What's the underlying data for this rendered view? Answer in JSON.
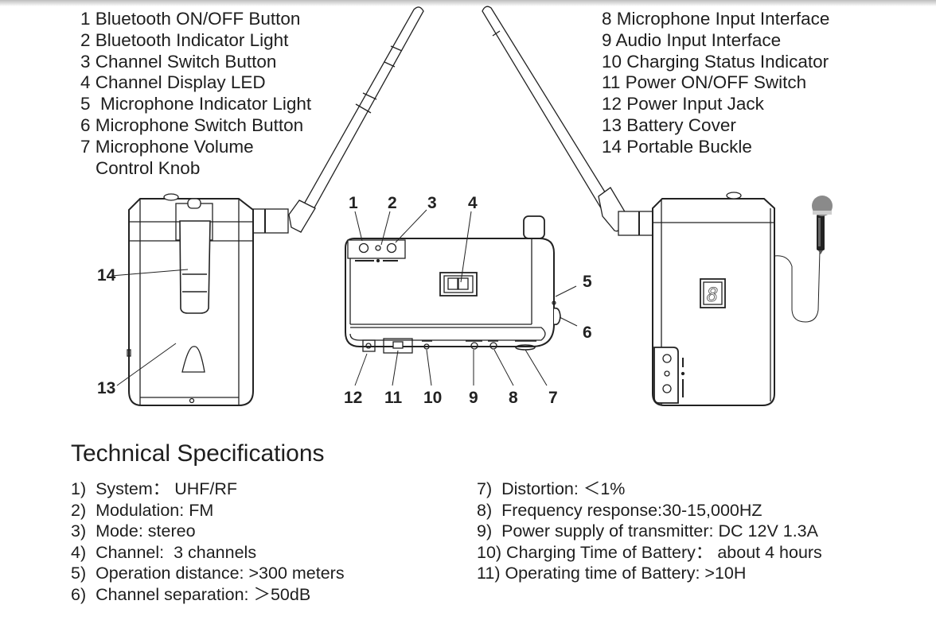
{
  "legend": {
    "left": [
      "1 Bluetooth ON/OFF Button",
      "2 Bluetooth Indicator Light",
      "3 Channel Switch Button",
      "4 Channel Display LED",
      "5  Microphone Indicator Light",
      "6 Microphone Switch Button",
      "7 Microphone Volume",
      "Control Knob"
    ],
    "right": [
      "8 Microphone Input Interface",
      "9 Audio Input Interface",
      "10 Charging Status Indicator",
      "11 Power ON/OFF Switch",
      "12 Power Input Jack",
      "13 Battery Cover",
      "14 Portable Buckle"
    ]
  },
  "diagram": {
    "back_view_callouts": [
      "14",
      "13"
    ],
    "top_view_callouts_top": [
      "1",
      "2",
      "3",
      "4"
    ],
    "top_view_callouts_side": [
      "5",
      "6"
    ],
    "top_view_callouts_bottom": [
      "12",
      "11",
      "10",
      "9",
      "8",
      "7"
    ],
    "front_display_digit": "8",
    "icons": [
      "antenna-icon",
      "microphone-icon",
      "seven-segment-display-icon",
      "belt-clip-icon"
    ]
  },
  "specs": {
    "title": "Technical Specifications",
    "left": [
      "1)  System： UHF/RF",
      "2)  Modulation: FM",
      "3)  Mode: stereo",
      "4)  Channel:  3 channels",
      "5)  Operation distance: >300 meters",
      "6)  Channel separation: ＞50dB"
    ],
    "right": [
      "7)  Distortion: ＜1%",
      "8)  Frequency response:30-15,000HZ",
      "9)  Power supply of transmitter: DC 12V 1.3A",
      "10) Charging Time of Battery： about 4 hours",
      "11) Operating time of Battery: >10H"
    ]
  }
}
